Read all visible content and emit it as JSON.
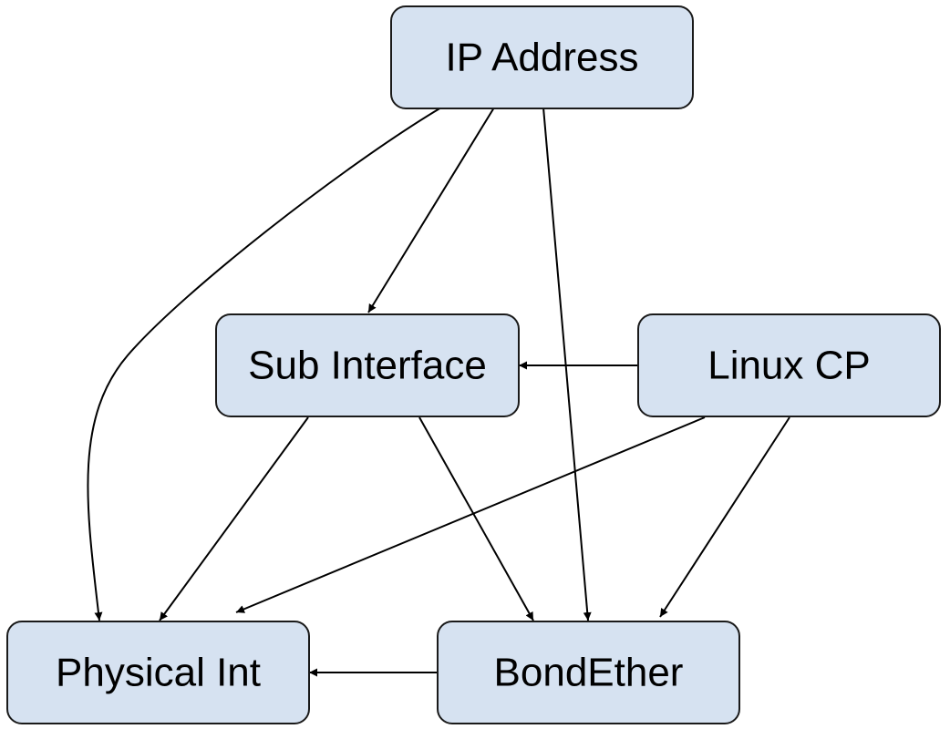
{
  "nodes": {
    "ip_address": "IP Address",
    "sub_interface": "Sub Interface",
    "linux_cp": "Linux CP",
    "physical_int": "Physical Int",
    "bond_ether": "BondEther"
  },
  "edges": [
    {
      "from": "ip_address",
      "to": "sub_interface"
    },
    {
      "from": "ip_address",
      "to": "physical_int"
    },
    {
      "from": "ip_address",
      "to": "bond_ether"
    },
    {
      "from": "linux_cp",
      "to": "sub_interface"
    },
    {
      "from": "linux_cp",
      "to": "physical_int"
    },
    {
      "from": "linux_cp",
      "to": "bond_ether"
    },
    {
      "from": "sub_interface",
      "to": "physical_int"
    },
    {
      "from": "sub_interface",
      "to": "bond_ether"
    },
    {
      "from": "bond_ether",
      "to": "physical_int"
    }
  ]
}
